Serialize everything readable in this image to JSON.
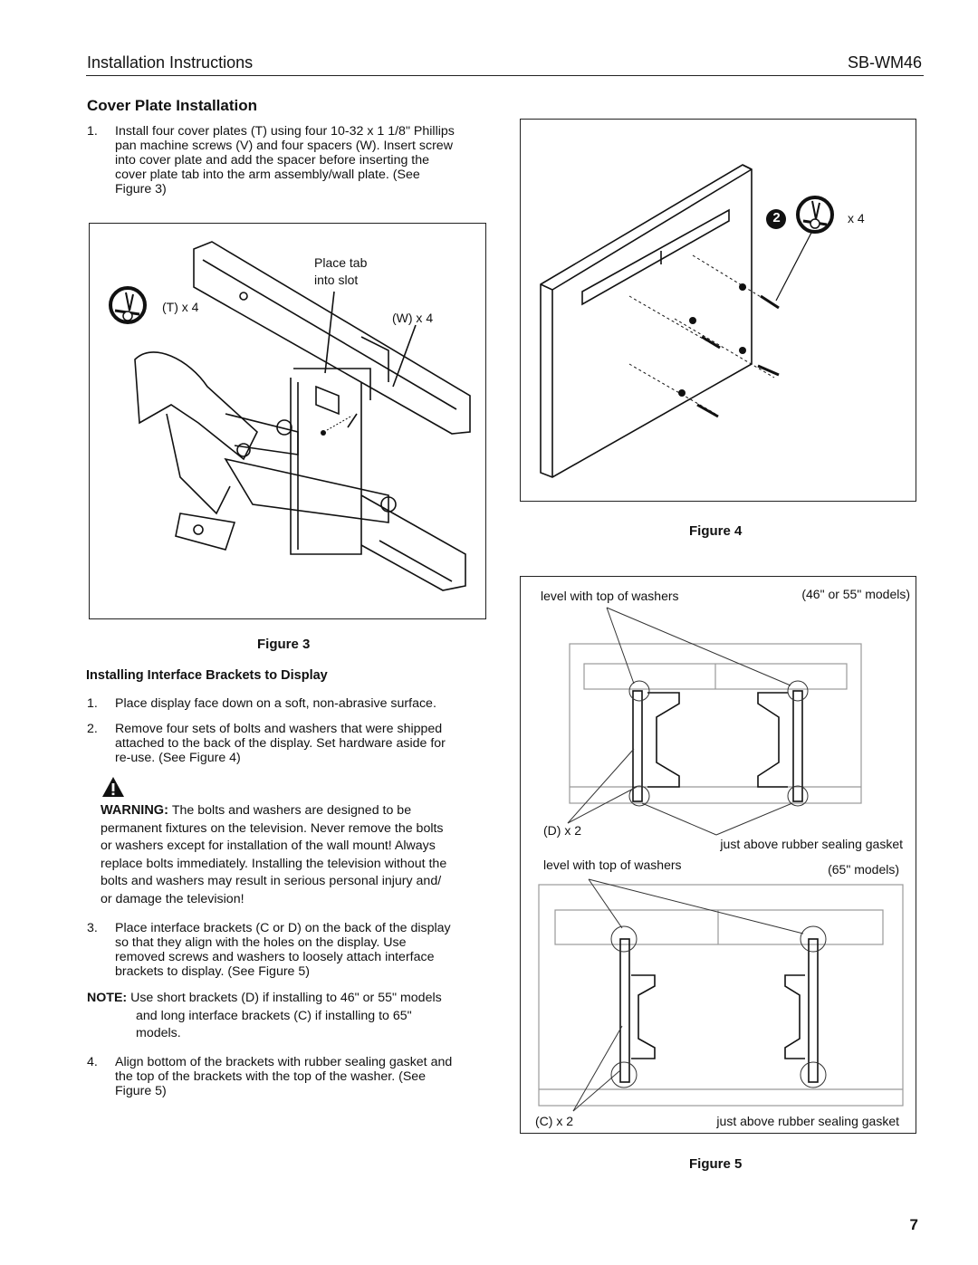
{
  "header": {
    "left_title": "Installation Instructions",
    "model": "SB-WM46"
  },
  "section": {
    "title": "Cover Plate Installation",
    "step1_num": "1.",
    "step1": [
      "Install four cover plates (T) using four 10-32 x 1 1/8\" Phillips",
      "pan machine screws (V) and four spacers (W). Insert screw",
      "into cover plate and add the spacer before inserting the",
      "cover plate tab into the arm assembly/wall plate. (See",
      "Figure 3)"
    ]
  },
  "figure3": {
    "caption": "Figure 3",
    "label_tab": [
      "Place tab",
      "into slot"
    ],
    "label_t": "(T) x 4",
    "label_w": "(W) x 4"
  },
  "figure4": {
    "caption": "Figure 4",
    "callout_num": "2",
    "label_qty": "x 4"
  },
  "figure5": {
    "caption": "Figure 5",
    "top": {
      "label_level": "level with top of washers",
      "label_models": "(46\" or 55\" models)",
      "label_d": "(D) x 2",
      "label_gasket": "just above rubber sealing gasket"
    },
    "bottom": {
      "label_level": "level with top of washers",
      "label_models": "(65\" models)",
      "label_c": "(C) x 2",
      "label_gasket": "just above rubber sealing gasket"
    }
  },
  "brackets": {
    "title": "Installing Interface Brackets to Display",
    "steps": [
      {
        "num": "1.",
        "lines": [
          "Place display face down on a soft, non-abrasive surface."
        ]
      },
      {
        "num": "2.",
        "lines": [
          "Remove four sets of bolts and washers that were shipped",
          "attached to the back of the display. Set hardware aside for",
          "re-use. (See Figure 4)"
        ]
      },
      {
        "num": "3.",
        "lines": [
          "Place interface brackets (C or D) on the back of the display",
          "so that they align with the holes on the display. Use",
          "removed screws and washers to loosely attach interface",
          "brackets to display. (See Figure 5)"
        ]
      },
      {
        "num": "4.",
        "lines": [
          "Align bottom of the brackets with rubber sealing gasket and",
          "the top of the brackets with the top of the washer. (See",
          "Figure 5)"
        ]
      }
    ],
    "warning_word": "WARNING:",
    "warning_lines": [
      "The bolts and washers are designed to be",
      "permanent fixtures on the television. Never remove the bolts",
      "or washers except for installation of the wall mount! Always",
      "replace bolts immediately. Installing the television without the",
      "bolts and washers may result in serious personal injury and/",
      "or damage the television!"
    ],
    "note_word": "NOTE:",
    "note_lines": [
      "Use short brackets (D) if installing to 46\" or 55\" models",
      "and long interface brackets (C) if installing to 65\"",
      "models."
    ]
  },
  "page_number": "7"
}
